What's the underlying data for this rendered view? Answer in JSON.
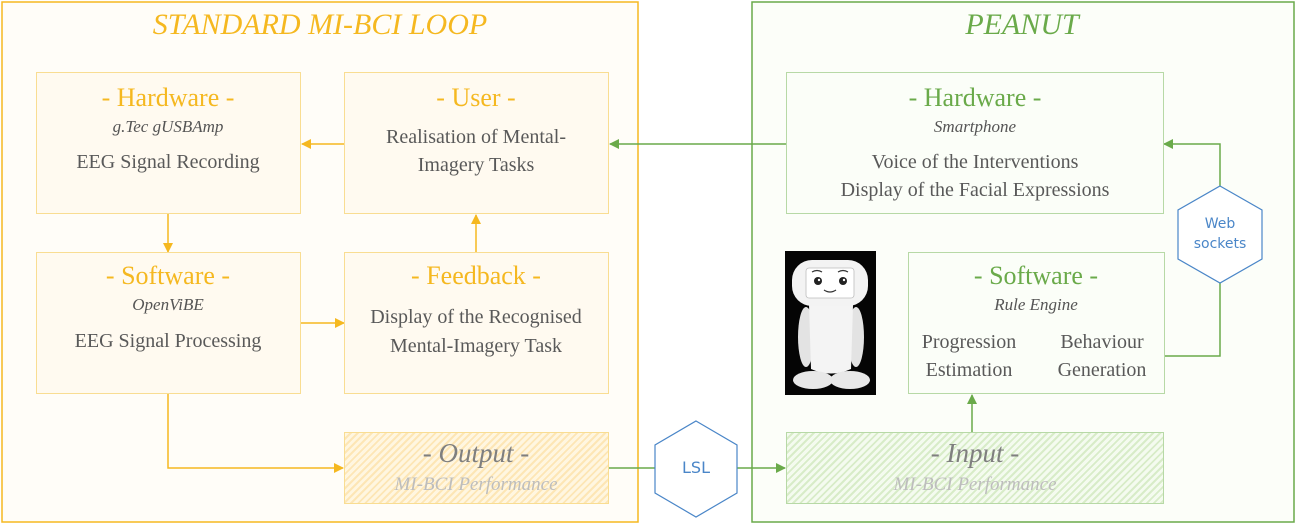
{
  "left_section": {
    "title": "STANDARD MI-BCI LOOP",
    "hardware": {
      "heading": "- Hardware -",
      "device": "g.Tec gUSBAmp",
      "text": "EEG Signal Recording"
    },
    "user": {
      "heading": "- User -",
      "line1": "Realisation of Mental-",
      "line2": "Imagery Tasks"
    },
    "software": {
      "heading": "- Software -",
      "tool": "OpenViBE",
      "text": "EEG Signal Processing"
    },
    "feedback": {
      "heading": "- Feedback -",
      "line1": "Display of the Recognised",
      "line2": "Mental-Imagery Task"
    },
    "output": {
      "heading": "- Output -",
      "text": "MI-BCI Performance"
    }
  },
  "right_section": {
    "title": "PEANUT",
    "hardware": {
      "heading": "- Hardware -",
      "device": "Smartphone",
      "line1": "Voice of the Interventions",
      "line2": "Display of the Facial Expressions"
    },
    "software": {
      "heading": "- Software -",
      "tool": "Rule Engine",
      "col1_line1": "Progression",
      "col1_line2": "Estimation",
      "col2_line1": "Behaviour",
      "col2_line2": "Generation"
    },
    "input": {
      "heading": "- Input -",
      "text": "MI-BCI Performance"
    }
  },
  "connectors": {
    "lsl": "LSL",
    "websockets_line1": "Web",
    "websockets_line2": "sockets"
  },
  "colors": {
    "left_accent": "#f5b820",
    "right_accent": "#6aaa4a",
    "hex_label": "#4a86c8"
  }
}
